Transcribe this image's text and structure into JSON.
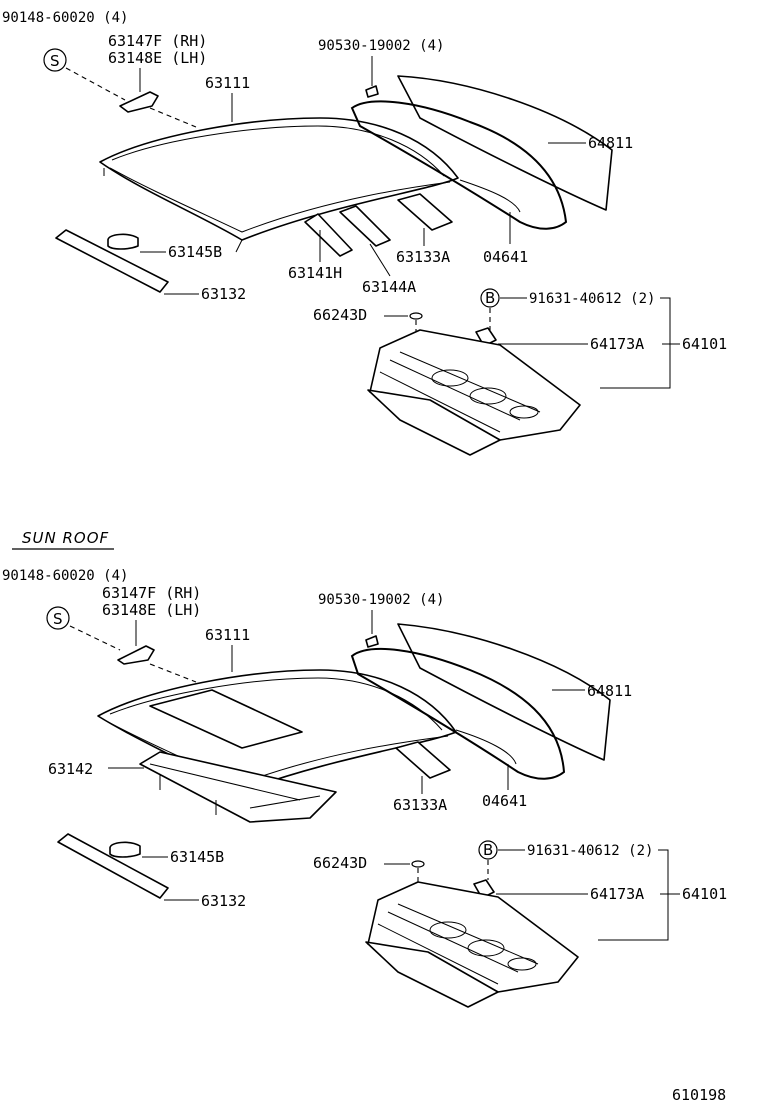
{
  "diagram_id": "610198",
  "sun_roof_title": "SUN ROOF",
  "symbols": {
    "s": "S",
    "b": "B"
  },
  "standard": {
    "bolt_s": "90148-60020 (4)",
    "bracket_rh": "63147F (RH)",
    "bracket_lh": "63148E (LH)",
    "roof_panel": "63111",
    "clip": "90530-19002 (4)",
    "back_glass": "64811",
    "weatherstrip": "04641",
    "reinforcement_h": "63141H",
    "reinforcement_a": "63144A",
    "reinforcement_133": "63133A",
    "pad": "63145B",
    "header": "63132",
    "screw_b": "91631-40612 (2)",
    "plug": "66243D",
    "bracket_173": "64173A",
    "package_tray": "64101"
  },
  "sunroof": {
    "bolt_s": "90148-60020 (4)",
    "bracket_rh": "63147F (RH)",
    "bracket_lh": "63148E (LH)",
    "roof_panel": "63111",
    "clip": "90530-19002 (4)",
    "back_glass": "64811",
    "weatherstrip": "04641",
    "reinforcement_142": "63142",
    "reinforcement_133": "63133A",
    "pad": "63145B",
    "header": "63132",
    "screw_b": "91631-40612 (2)",
    "plug": "66243D",
    "bracket_173": "64173A",
    "package_tray": "64101"
  }
}
